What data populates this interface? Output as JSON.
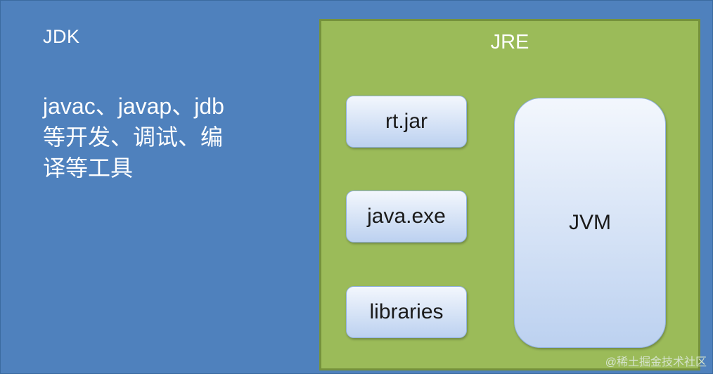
{
  "jdk": {
    "title": "JDK",
    "description": "javac、javap、jdb\n等开发、调试、编\n译等工具"
  },
  "jre": {
    "title": "JRE",
    "libraries": [
      "rt.jar",
      "java.exe",
      "libraries"
    ],
    "jvm": "JVM"
  },
  "watermark": "@稀土掘金技术社区",
  "colors": {
    "jdk_background": "#4f81bd",
    "jre_background": "#9bbb59",
    "jre_border": "#76923c",
    "box_fill": "#dce6f7"
  }
}
